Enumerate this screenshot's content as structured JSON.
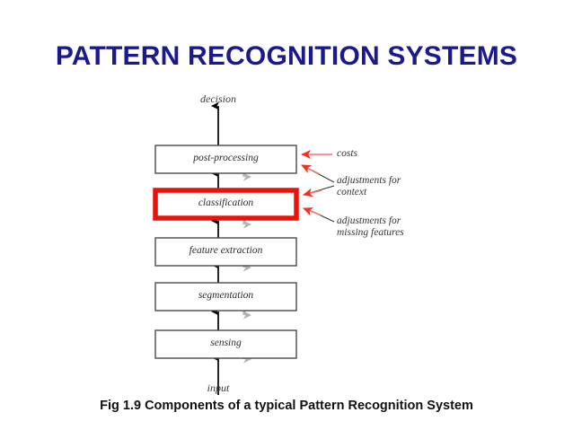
{
  "slide": {
    "title": "PATTERN RECOGNITION SYSTEMS",
    "title_color": "#1a1a8c",
    "background_color": "#ffffff",
    "caption": "Fig 1.9 Components of a typical Pattern Recognition System"
  },
  "diagram": {
    "highlight_color": "#e8140c",
    "arrow_up_color": "#000000",
    "arrow_down_color": "#b3b3b3",
    "annotation_leader_color": "#f4726a",
    "flow_labels": {
      "top": "decision",
      "bottom": "input"
    },
    "stages": [
      {
        "label": "post-processing",
        "highlighted": "no"
      },
      {
        "label": "classification",
        "highlighted": "yes"
      },
      {
        "label": "feature extraction",
        "highlighted": "no"
      },
      {
        "label": "segmentation",
        "highlighted": "no"
      },
      {
        "label": "sensing",
        "highlighted": "no"
      }
    ],
    "annotations": [
      {
        "line1": "costs",
        "line2": ""
      },
      {
        "line1": "adjustments for",
        "line2": "context"
      },
      {
        "line1": "adjustments for",
        "line2": "missing features"
      }
    ]
  }
}
